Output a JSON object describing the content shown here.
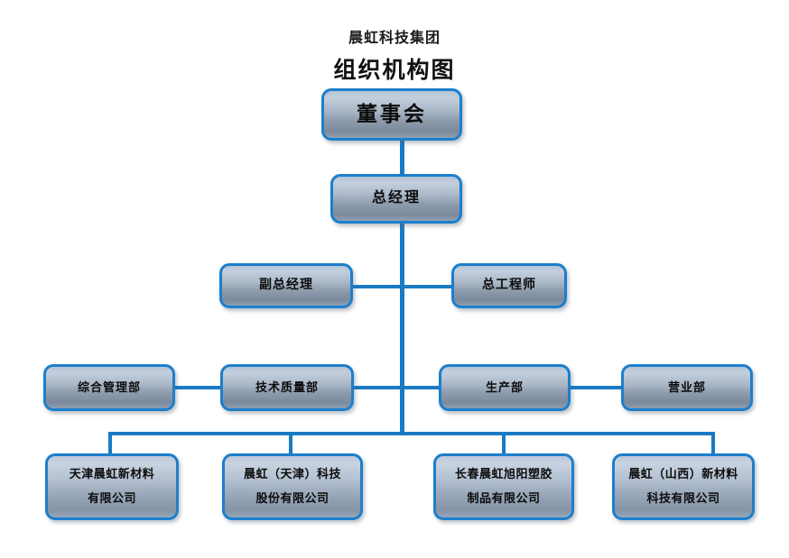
{
  "header": {
    "subtitle": "晨虹科技集团",
    "title": "组织机构图"
  },
  "colors": {
    "border": "#1c7fcc",
    "connector": "#1a7ac4",
    "box_top": "#c3cfdd",
    "box_bottom": "#7b8a9c",
    "text": "#0c0c0c",
    "background": "#ffffff"
  },
  "nodes": {
    "board": {
      "label": "董事会"
    },
    "general_manager": {
      "label": "总经理"
    },
    "deputy_general_manager": {
      "label": "副总经理"
    },
    "chief_engineer": {
      "label": "总工程师"
    },
    "departments": [
      {
        "label": "综合管理部"
      },
      {
        "label": "技术质量部"
      },
      {
        "label": "生产部"
      },
      {
        "label": "营业部"
      }
    ],
    "subsidiaries": [
      {
        "line1": "天津晨虹新材料",
        "line2": "有限公司"
      },
      {
        "line1": "晨虹（天津）科技",
        "line2": "股份有限公司"
      },
      {
        "line1": "长春晨虹旭阳塑胶",
        "line2": "制品有限公司"
      },
      {
        "line1": "晨虹（山西）新材料",
        "line2": "科技有限公司"
      }
    ]
  },
  "chart_data": {
    "type": "diagram",
    "title": "组织机构图",
    "subtitle": "晨虹科技集团",
    "levels": [
      {
        "level": 1,
        "nodes": [
          "董事会"
        ]
      },
      {
        "level": 2,
        "nodes": [
          "总经理"
        ]
      },
      {
        "level": 3,
        "nodes": [
          "副总经理",
          "总工程师"
        ]
      },
      {
        "level": 4,
        "nodes": [
          "综合管理部",
          "技术质量部",
          "生产部",
          "营业部"
        ]
      },
      {
        "level": 5,
        "nodes": [
          "天津晨虹新材料有限公司",
          "晨虹（天津）科技股份有限公司",
          "长春晨虹旭阳塑胶制品有限公司",
          "晨虹（山西）新材料科技有限公司"
        ]
      }
    ],
    "edges": [
      {
        "from": "董事会",
        "to": "总经理"
      },
      {
        "from": "总经理",
        "to": "副总经理"
      },
      {
        "from": "总经理",
        "to": "总工程师"
      },
      {
        "from": "总经理",
        "to": "综合管理部"
      },
      {
        "from": "总经理",
        "to": "技术质量部"
      },
      {
        "from": "总经理",
        "to": "生产部"
      },
      {
        "from": "总经理",
        "to": "营业部"
      },
      {
        "from": "总经理",
        "to": "天津晨虹新材料有限公司"
      },
      {
        "from": "总经理",
        "to": "晨虹（天津）科技股份有限公司"
      },
      {
        "from": "总经理",
        "to": "长春晨虹旭阳塑胶制品有限公司"
      },
      {
        "from": "总经理",
        "to": "晨虹（山西）新材料科技有限公司"
      }
    ]
  }
}
